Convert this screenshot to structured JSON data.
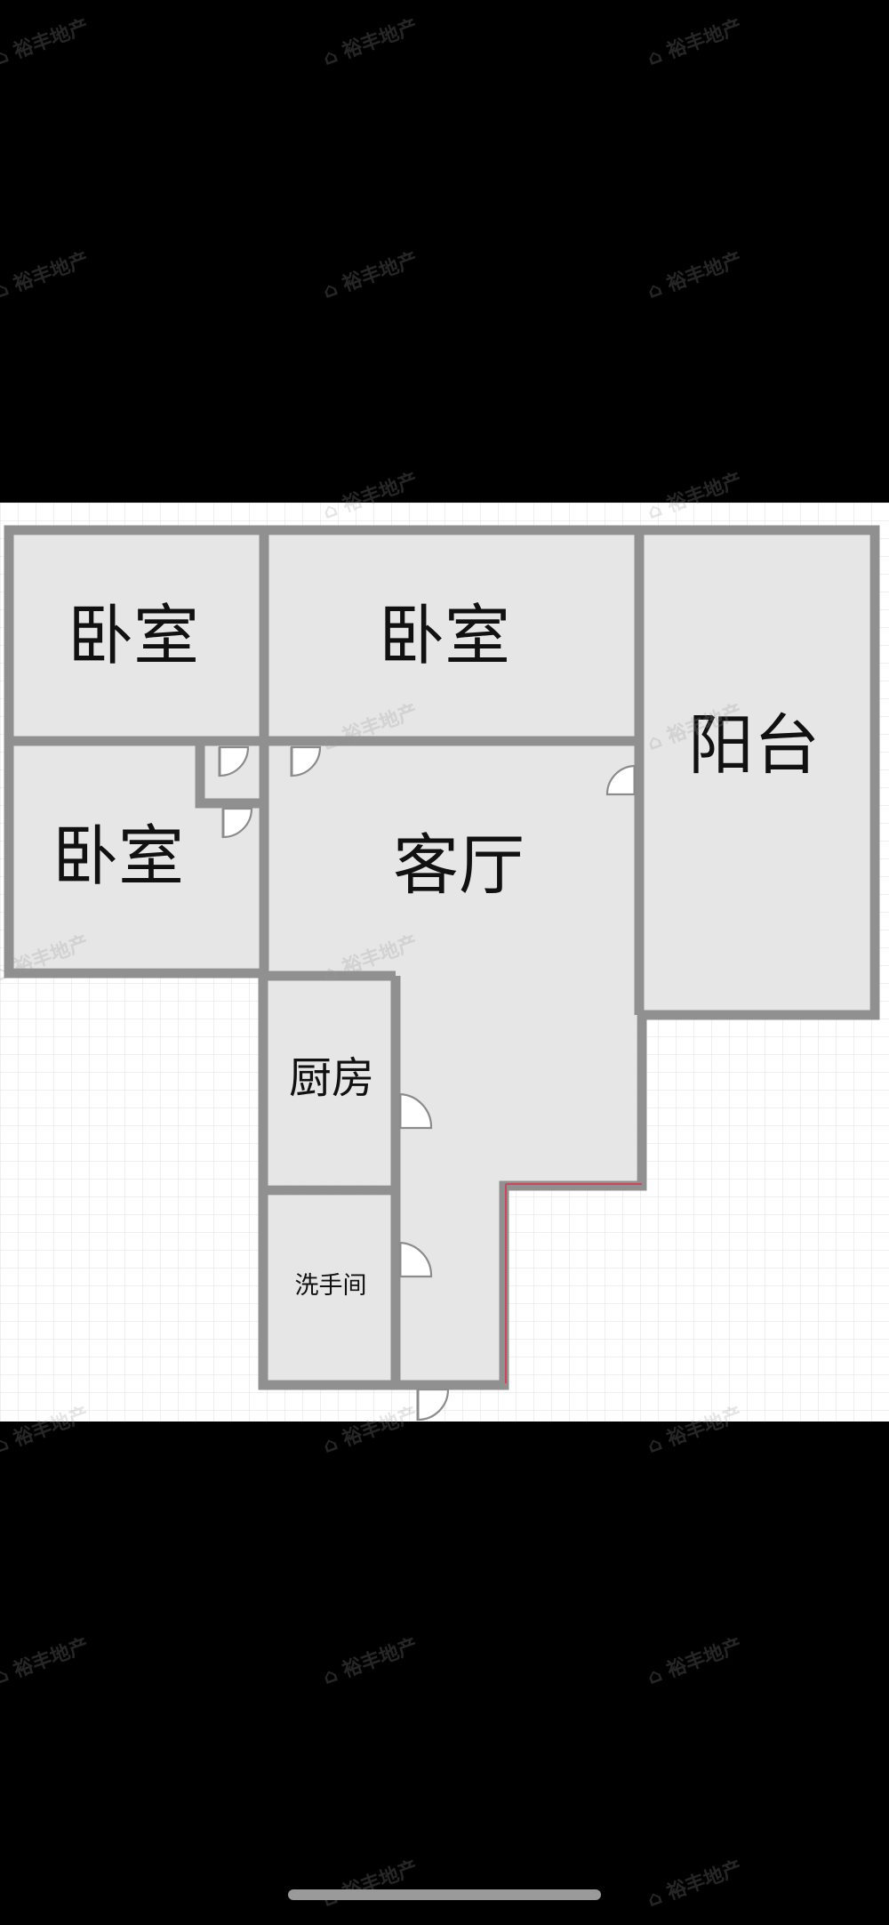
{
  "floor_plan": {
    "rooms": [
      {
        "id": "bedroom-1",
        "label": "卧室"
      },
      {
        "id": "bedroom-2",
        "label": "卧室"
      },
      {
        "id": "bedroom-3",
        "label": "卧室"
      },
      {
        "id": "balcony",
        "label": "阳台"
      },
      {
        "id": "living-room",
        "label": "客厅"
      },
      {
        "id": "kitchen",
        "label": "厨房"
      },
      {
        "id": "bathroom",
        "label": "洗手间"
      }
    ],
    "colors": {
      "wall": "#909090",
      "room_fill": "#e6e6e6",
      "background": "#ffffff",
      "grid": "#e0e0e0",
      "accent_line": "#d0455a"
    }
  },
  "watermark": {
    "text": "裕丰地产",
    "icon": "company-logo-icon"
  }
}
